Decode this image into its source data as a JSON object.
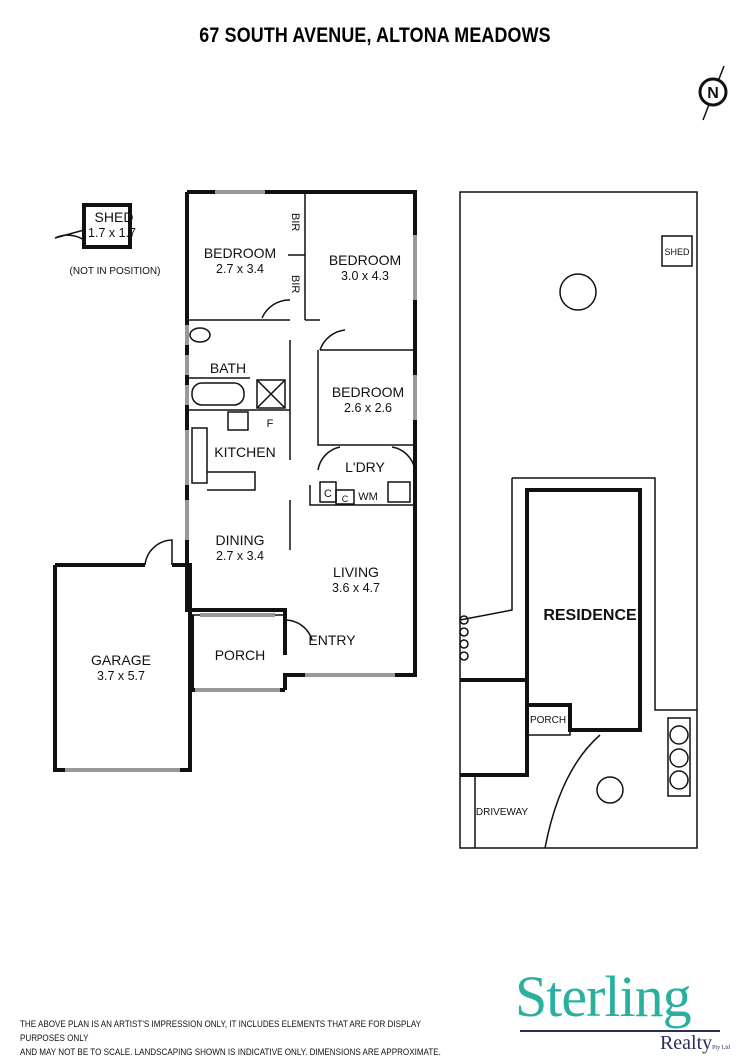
{
  "title": "67 SOUTH AVENUE, ALTONA MEADOWS",
  "compass": {
    "icon": "north-arrow-icon",
    "label": "N"
  },
  "floor_plan": {
    "shed": {
      "name": "SHED",
      "dims": "1.7 x 1.7",
      "note": "(NOT IN POSITION)"
    },
    "rooms": [
      {
        "name": "BEDROOM",
        "dims": "2.7 x 3.4"
      },
      {
        "name": "BEDROOM",
        "dims": "3.0 x 4.3"
      },
      {
        "name": "BEDROOM",
        "dims": "2.6 x 2.6"
      },
      {
        "name": "BATH",
        "dims": ""
      },
      {
        "name": "KITCHEN",
        "dims": ""
      },
      {
        "name": "L'DRY",
        "dims": ""
      },
      {
        "name": "DINING",
        "dims": "2.7 x 3.4"
      },
      {
        "name": "LIVING",
        "dims": "3.6 x 4.7"
      },
      {
        "name": "ENTRY",
        "dims": ""
      },
      {
        "name": "PORCH",
        "dims": ""
      },
      {
        "name": "GARAGE",
        "dims": "3.7 x 5.7"
      }
    ],
    "fixtures": {
      "bir1": "BIR",
      "bir2": "BIR",
      "fridge": "F",
      "cupboard1": "C",
      "cupboard2": "C",
      "washing_machine": "WM"
    }
  },
  "site_plan": {
    "shed": "SHED",
    "residence": "RESIDENCE",
    "porch": "PORCH",
    "driveway": "DRIVEWAY"
  },
  "disclaimer": [
    "THE ABOVE PLAN IS AN ARTIST'S IMPRESSION ONLY, IT INCLUDES ELEMENTS THAT ARE FOR DISPLAY PURPOSES ONLY",
    "AND MAY NOT BE TO SCALE. LANDSCAPING SHOWN IS INDICATIVE ONLY. DIMENSIONS ARE APPROXIMATE."
  ],
  "logo": {
    "brand": "Sterling",
    "sub": "Realty",
    "suffix": "Pty Ltd",
    "color": "#2bb0a0",
    "sub_color": "#2a2f5a"
  }
}
